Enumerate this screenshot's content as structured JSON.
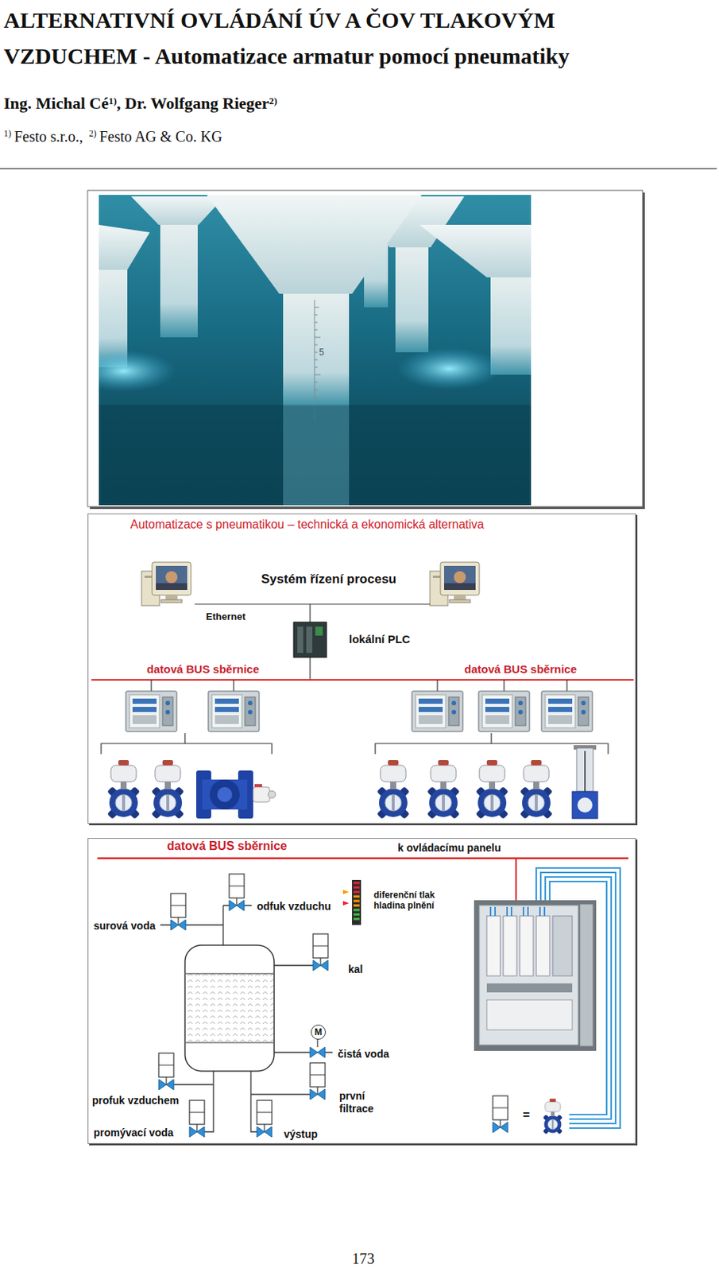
{
  "diagram": {
    "title": "ALTERNATIVNÍ OVLÁDÁNÍ ÚV A ČOV TLAKOVÝM VZDUCHEM - Automatizace armatur pomocí pneumatiky",
    "nodes": [
      {
        "text": [
          "Automatizace s pneumatikou – technická a ekonomická alternativa",
          "Systém řízení procesu",
          "Ethernet",
          "lokální PLC",
          "datová BUS sběrnice",
          "datová BUS sběrnice"
        ]
      },
      {
        "text": [
          "datová BUS sběrnice",
          "k ovládacímu panelu",
          "diferenční tlak hladina plnění",
          "odfuk vzduchu",
          "surová voda",
          "kal",
          "čistá voda",
          "profuk vzduchem",
          "první filtrace",
          "promývací voda",
          "výstup",
          "="
        ]
      },
      {
        "text": [
          "M"
        ],
        "in": 1
      }
    ],
    "labels": [
      "Ing. Michal Cé",
      "1)",
      ", Dr. Wolfgang Rieger",
      "2)",
      "1)",
      "Festo s.r.o.,",
      "2)",
      "Festo AG & Co. KG",
      "5",
      "173"
    ]
  }
}
